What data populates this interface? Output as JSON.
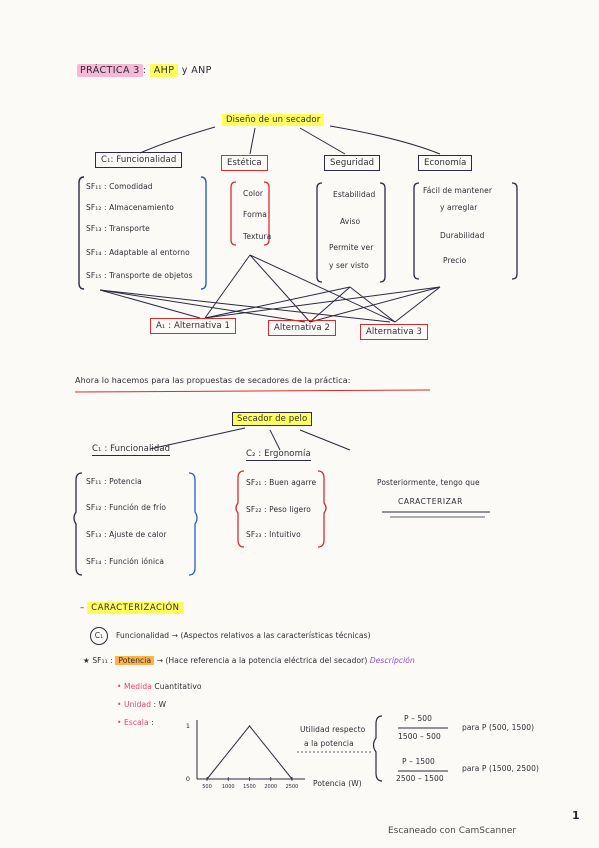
{
  "header": {
    "practica": "PRÁCTICA 3",
    "colon": ":",
    "ahp": "AHP",
    "rest": "y ANP"
  },
  "tree1": {
    "root": "Diseño de un secador",
    "criteria": {
      "c1": "C₁: Funcionalidad",
      "c2": "Estética",
      "c3": "Seguridad",
      "c4": "Economía"
    },
    "c1_items": [
      "SF₁₁ :  Comodidad",
      "SF₁₂ :  Almacenamiento",
      "SF₁₃ :  Transporte",
      "SF₁₄ :  Adaptable al entorno",
      "SF₁₅ :  Transporte de objetos"
    ],
    "c2_items": [
      "Color",
      "Forma",
      "Textura"
    ],
    "c3_items": [
      "Estabilidad",
      "Aviso",
      "Permite ver",
      "y ser visto"
    ],
    "c4_items": [
      "Fácil de mantener",
      "y arreglar",
      "Durabilidad",
      "Precio"
    ],
    "alternatives": [
      "A₁ : Alternativa 1",
      "Alternativa 2",
      "Alternativa 3"
    ]
  },
  "note1": "Ahora lo hacemos para las propuestas de secadores de la práctica:",
  "tree2": {
    "root": "Secador de pelo",
    "c1": "C₁ : Funcionalidad",
    "c2": "C₂ : Ergonomía",
    "c1_items": [
      "SF₁₁ : Potencia",
      "SF₁₂ : Función de frío",
      "SF₁₃ : Ajuste de calor",
      "SF₁₄ : Función iónica"
    ],
    "c2_items": [
      "SF₂₁ : Buen agarre",
      "SF₂₂ : Peso ligero",
      "SF₂₃ : Intuitivo"
    ],
    "note_line1": "Posteriormente, tengo que",
    "note_line2": "CARACTERIZAR"
  },
  "caracterizacion": {
    "dash": "–",
    "heading": "CARACTERIZACIÓN",
    "c1_circle": "C₁",
    "c1_text": "Funcionalidad → (Aspectos relativos a las características técnicas)",
    "star": "★",
    "sf_prefix": "SF₁₁ :",
    "sf_label": "Potencia",
    "sf_arrow": "→",
    "sf_desc": "(Hace referencia a la potencia eléctrica del secador)",
    "sf_desc_label": "Descripción",
    "bullets": [
      {
        "label": "Medida",
        "value": "Cuantitativo"
      },
      {
        "label": "Unidad",
        "value": "W"
      },
      {
        "label": "Escala",
        "value": ""
      }
    ]
  },
  "chart_data": {
    "type": "line",
    "x": [
      500,
      1500,
      2500
    ],
    "y": [
      0,
      1,
      0
    ],
    "x_ticks": [
      "500",
      "1000",
      "1500",
      "2000",
      "2500"
    ],
    "y_ticks": [
      "0",
      "1"
    ],
    "xlabel": "Potencia (W)",
    "ylabel": "",
    "xlim": [
      500,
      2500
    ],
    "ylim": [
      0,
      1
    ]
  },
  "formula": {
    "label_line1": "Utilidad respecto",
    "label_line2": "a la potencia",
    "f1_num": "P – 500",
    "f1_den": "1500 – 500",
    "f1_cond": "para  P (500, 1500)",
    "f2_num": "P – 1500",
    "f2_den": "2500 – 1500",
    "f2_cond": "para  P (1500, 2500)"
  },
  "footer": {
    "page": "1",
    "scanner": "Escaneado con CamScanner"
  }
}
